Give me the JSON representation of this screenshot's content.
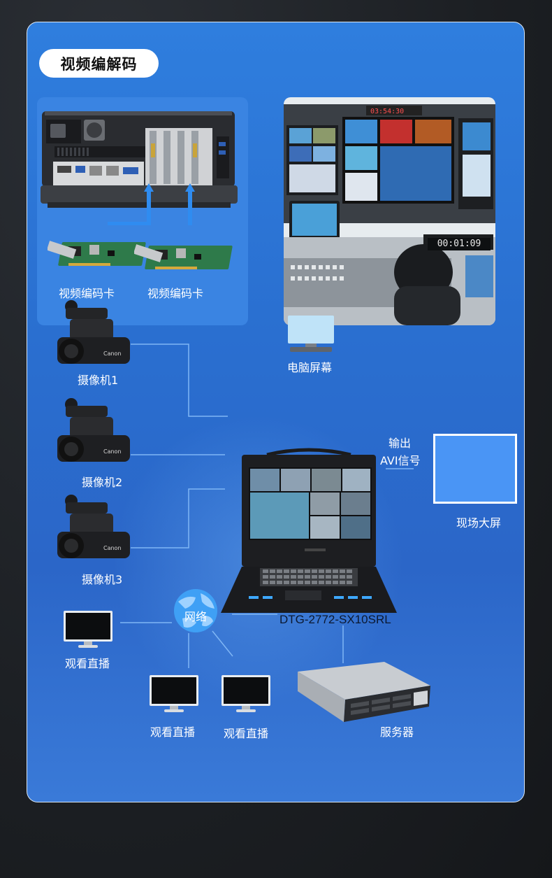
{
  "title": "视频编解码",
  "codec_cards": {
    "card1_label": "视频编码卡",
    "card2_label": "视频编码卡"
  },
  "monitor_label": "电脑屏幕",
  "room_clock": "00:01:09",
  "cameras": [
    {
      "label": "摄像机1"
    },
    {
      "label": "摄像机2"
    },
    {
      "label": "摄像机3"
    }
  ],
  "output_label_line1": "输出",
  "output_label_line2": "AVI信号",
  "big_screen_label": "现场大屏",
  "device_label": "DTG-2772-SX10SRL",
  "network_label": "网络",
  "viewers": [
    {
      "label": "观看直播"
    },
    {
      "label": "观看直播"
    },
    {
      "label": "观看直播"
    }
  ],
  "server_label": "服务器",
  "camera_brand": "Canon",
  "colors": {
    "panel": "#2f7ede",
    "line": "#7fb6f5",
    "big_screen": "#4a95f5"
  }
}
